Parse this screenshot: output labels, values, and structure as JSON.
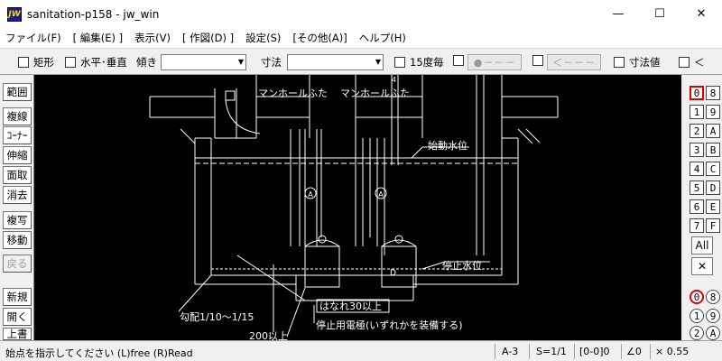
{
  "window": {
    "logo_text": "JW",
    "title": "sanitation-p158 - jw_win",
    "minimize": "—",
    "maximize": "☐",
    "close": "✕"
  },
  "menu": [
    "ファイル(F)",
    "[ 編集(E) ]",
    "表示(V)",
    "[ 作図(D) ]",
    "設定(S)",
    "[その他(A)]",
    "ヘルプ(H)"
  ],
  "toolbar": {
    "rect_label": "矩形",
    "hv_label": "水平･垂直",
    "tilt_label": "傾き",
    "dim_label": "寸法",
    "deg15_label": "15度毎",
    "btn_dot": "●－－－",
    "btn_arrow": "＜－－－",
    "dimval_label": "寸法値",
    "lt_label": "＜"
  },
  "left_tools": [
    "範囲",
    "複線",
    "ｺｰﾅｰ",
    "伸縮",
    "面取",
    "消去",
    "複写",
    "移動",
    "戻る",
    "新規",
    "開く",
    "上書"
  ],
  "layers_top": [
    "0",
    "8",
    "1",
    "9",
    "2",
    "A",
    "3",
    "B",
    "4",
    "C",
    "5",
    "D",
    "6",
    "E",
    "7",
    "F"
  ],
  "layer_all": "All",
  "layer_x": "✕",
  "layers_bottom": [
    "0",
    "8",
    "1",
    "9",
    "2",
    "A"
  ],
  "drawing": {
    "manhole1": "マンホールふた",
    "manhole2": "マンホールふた",
    "start_level": "始動水位",
    "stop_level": "停止水位",
    "pump_a": "A",
    "pump_b": "A",
    "pump_d": "D",
    "gap": "はなれ30以上",
    "slope": "勾配1/10～1/15",
    "electrode": "停止用電極(いずれかを装備する)",
    "depth": "200以上",
    "top_mark": "4"
  },
  "status": {
    "message": "始点を指示してください (L)free (R)Read",
    "paper": "A-3",
    "scale": "S=1/1",
    "layer": "[0-0]0",
    "angle": "∠0",
    "zoom": "× 0.55"
  }
}
